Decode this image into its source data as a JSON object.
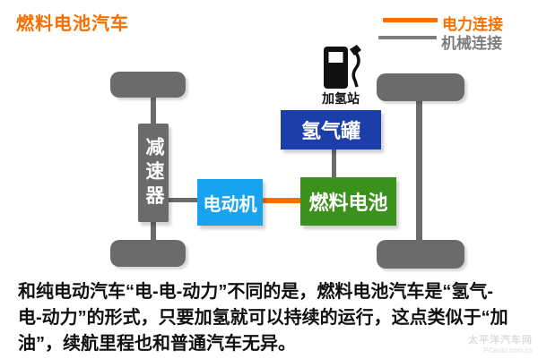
{
  "title": "燃料电池汽车",
  "legend": {
    "electric": {
      "label": "电力连接",
      "color": "#F86E00"
    },
    "mechanical": {
      "label": "机械连接",
      "color": "#7D7D7D"
    }
  },
  "diagram": {
    "reducer_label": "减速器",
    "motor_label": "电动机",
    "fuel_cell_label": "燃料电池",
    "hydrogen_tank_label": "氢气罐",
    "hydrogen_station_label": "加氢站",
    "colors": {
      "wheel_axle_gray": "#6B6B6B",
      "motor_blue": "#18A3F0",
      "hydrogen_tank_blue": "#1B3EA8",
      "fuel_cell_green": "#3A911B",
      "electric_connection_orange": "#F86E00"
    }
  },
  "paragraph": {
    "lines": [
      "和纯电动汽车“电-电-动力”不同的是，燃料电池汽车是“氢气-",
      "电-动力”的形式，只要加氢就可以持续的运行，这点类似于“加",
      "油”，续航里程也和普通汽车无异。"
    ]
  },
  "watermark": {
    "site": "太平洋汽车网",
    "url": "PCauto.com.cn"
  }
}
